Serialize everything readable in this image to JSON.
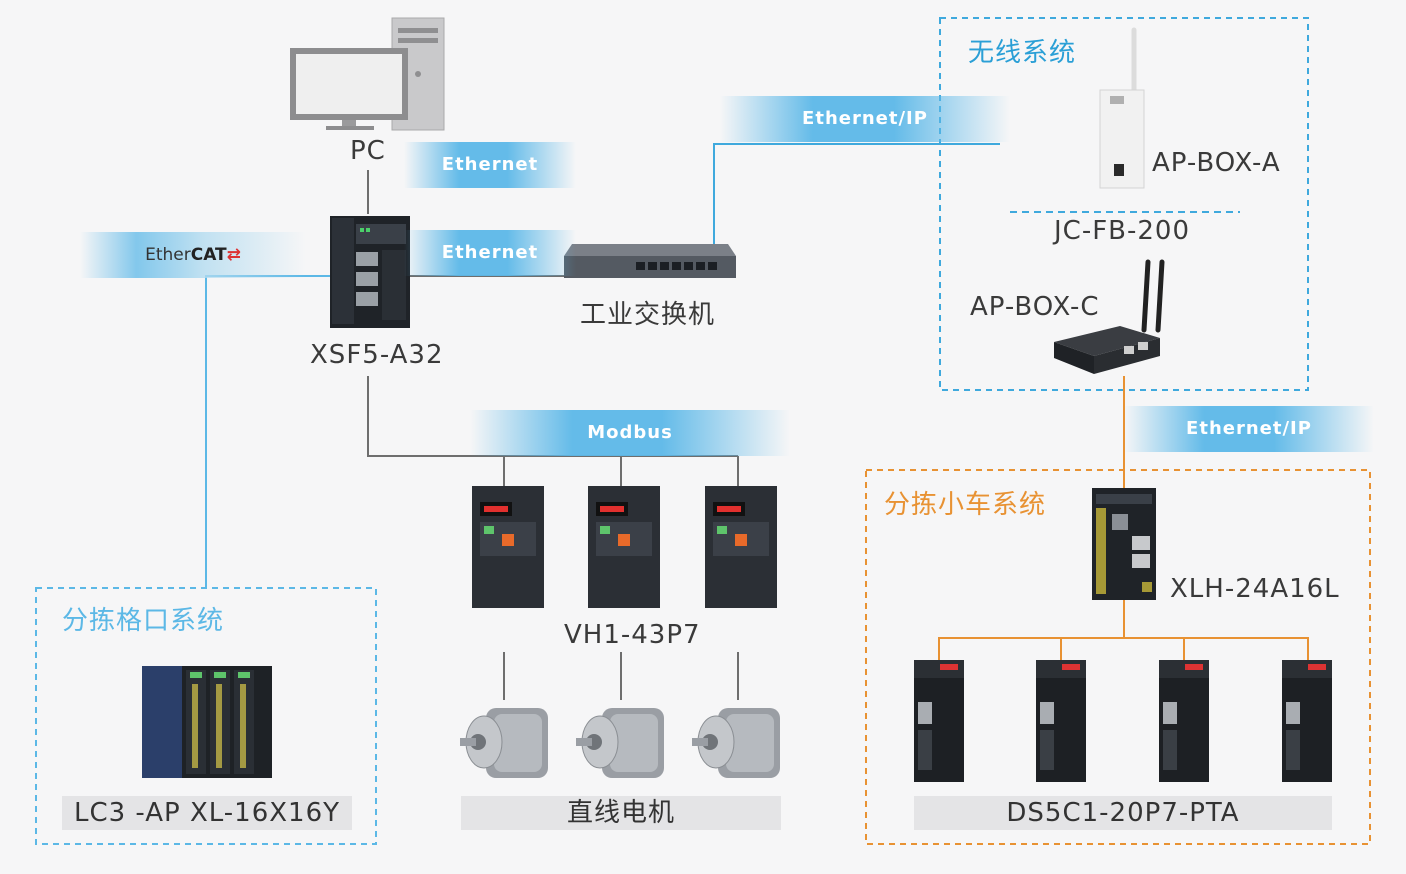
{
  "colors": {
    "blue_line": "#3fa9dd",
    "orange_line": "#e89233",
    "gray_line": "#6e6e6e",
    "wireless_title": "#2a9fd6",
    "sort_car_title": "#e89233",
    "sort_grid_title": "#5cb8e6"
  },
  "groups": {
    "wireless": "无线系统",
    "sort_car": "分拣小车系统",
    "sort_grid": "分拣格口系统"
  },
  "nodes": {
    "pc": "PC",
    "controller": "XSF5-A32",
    "switch": "工业交换机",
    "ap_box_a": "AP-BOX-A",
    "jc_fb": "JC-FB-200",
    "ap_box_c": "AP-BOX-C",
    "vfd": "VH1-43P7",
    "motor": "直线电机",
    "io_module": "LC3 -AP  XL-16X16Y",
    "plc_car": "XLH-24A16L",
    "servo": "DS5C1-20P7-PTA"
  },
  "links": {
    "ethernet_pc": "Ethernet",
    "ethernet_switch": "Ethernet",
    "ethernet_ip_top": "Ethernet/IP",
    "ethernet_ip_right": "Ethernet/IP",
    "modbus": "Modbus",
    "ethercat_prefix": "Ether",
    "ethercat_bold": "CAT"
  }
}
